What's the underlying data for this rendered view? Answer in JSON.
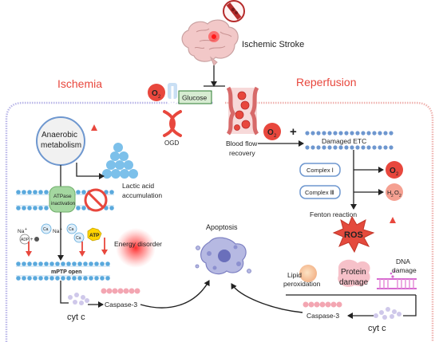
{
  "header": {
    "stroke_title": "Ischemic Stroke",
    "left_title": "Ischemia",
    "right_title": "Reperfusion"
  },
  "top": {
    "o2_badge": "O",
    "o2_sub": "2",
    "glucose": "Glucose",
    "ogd": "OGD",
    "blood_flow": "Blood flow",
    "recovery": "recovery"
  },
  "left": {
    "anaerobic_1": "Anaerobic",
    "anaerobic_2": "metabolism",
    "lactic_1": "Lactic acid",
    "lactic_2": "accumulation",
    "atpase_1": "ATPase",
    "atpase_2": "inactivation",
    "na_plus": "Na",
    "adp": "ADP",
    "ca": "Ca",
    "atp": "ATP",
    "energy_disorder": "Energy disorder",
    "mptp": "mPTP open",
    "cytc_left": "cyt c",
    "caspase_left": "Caspase-3"
  },
  "center": {
    "apoptosis": "Apoptosis"
  },
  "right": {
    "o2_badge": "O",
    "o2_sub": "2",
    "plus": "+",
    "damaged_etc": "Damaged ETC",
    "complex1": "Complex Ⅰ",
    "complex3": "Complex Ⅲ",
    "o2_out": "O",
    "o2_out_sub": "2",
    "h2o2": "H",
    "h2o2_sub": "2",
    "h2o2_o": "O",
    "fenton": "Fenton reaction",
    "ros": "ROS",
    "lipid_1": "Lipid",
    "lipid_2": "peroxidation",
    "protein_1": "Protein",
    "protein_2": "damage",
    "dna_1": "DNA",
    "dna_2": "damage",
    "caspase_right": "Caspase-3",
    "cytc_right": "cyt c"
  },
  "colors": {
    "accent_red": "#e8473d",
    "ischemia_border": "#b9b6e8",
    "reperfusion_border": "#efb3b0",
    "bubble_blue": "#7cc0ea",
    "membrane_blue": "#5aa9dd",
    "etc_blue": "#6e97cf",
    "caspase_pink": "#f3a6b2",
    "ros_red": "#e44a3d",
    "atpase_green": "#a4d7a0"
  }
}
